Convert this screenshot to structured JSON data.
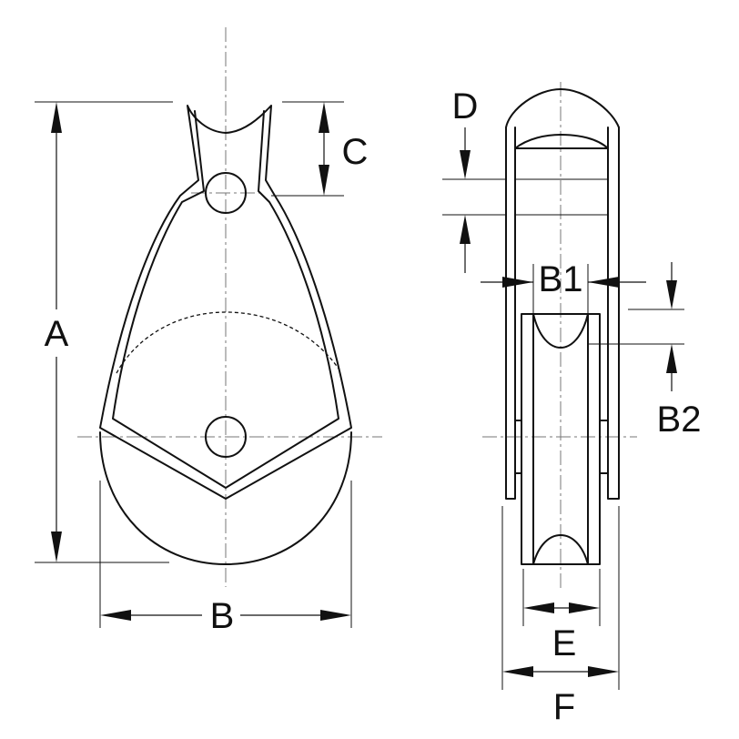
{
  "figure": {
    "type": "pulley block dimension drawing",
    "views": [
      "front view",
      "side view"
    ],
    "line_color": "#111111",
    "background": "#ffffff"
  },
  "dimensions": {
    "A": "A",
    "B": "B",
    "C": "C",
    "D": "D",
    "B1": "B1",
    "B2": "B2",
    "E": "E",
    "F": "F"
  }
}
